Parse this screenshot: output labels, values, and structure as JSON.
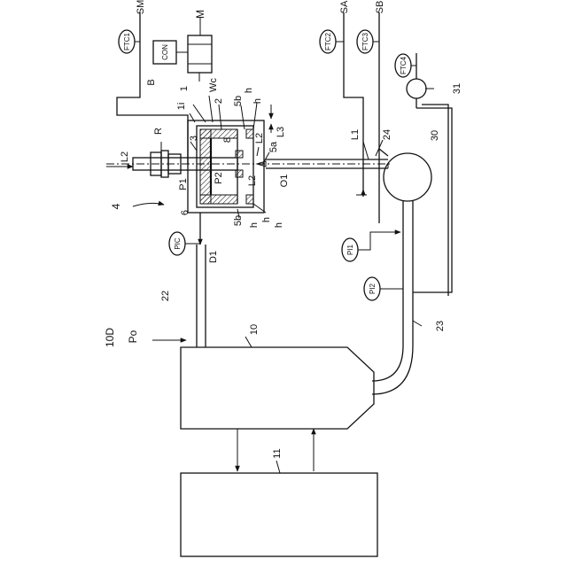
{
  "figure_label": "10D",
  "labels": {
    "sm": "SM",
    "sa": "SA",
    "sb": "SB",
    "ftc1": "FTC1",
    "ftc2": "FTC2",
    "ftc3": "FTC3",
    "ftc4": "FTC4",
    "m": "M",
    "con": "CON",
    "b": "B",
    "wc": "Wc",
    "n1": "1",
    "n1i": "1i",
    "n2": "2",
    "n3": "3",
    "n4": "4",
    "n5a": "5a",
    "n5b_top": "5b",
    "n5b_bot": "5b",
    "n6": "6",
    "n8": "8",
    "n10": "10",
    "n11": "11",
    "n22": "22",
    "n23": "23",
    "n24": "24",
    "n30": "30",
    "n31": "31",
    "r": "R",
    "l1": "L1",
    "l2_left": "L2",
    "l2_top": "L2",
    "l2_bot": "L2",
    "l3": "L3",
    "p1": "P1",
    "p2": "P2",
    "o1": "O1",
    "d1": "D1",
    "po": "Po",
    "pic": "PIC",
    "pi1": "PI1",
    "pi2": "PI2",
    "h1": "h",
    "h2": "h",
    "h3": "h",
    "h4": "h",
    "h5": "h"
  }
}
